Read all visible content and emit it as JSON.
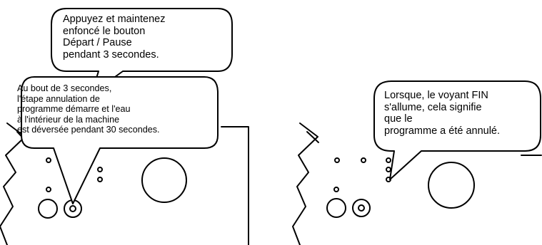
{
  "callouts": {
    "press_hold": "Appuyez et maintenez\nenfoncé le bouton\nDépart / Pause\npendant 3 secondes.",
    "after_3s": "Au bout de 3 secondes,\nl'étape annulation de\nprogramme démarre et l'eau\nà l'intérieur de la machine\nest déversée pendant 30 secondes.",
    "fin_light": "Lorsque, le voyant FIN\ns'allume, cela signifie\nque le\nprogramme a été annulé."
  }
}
